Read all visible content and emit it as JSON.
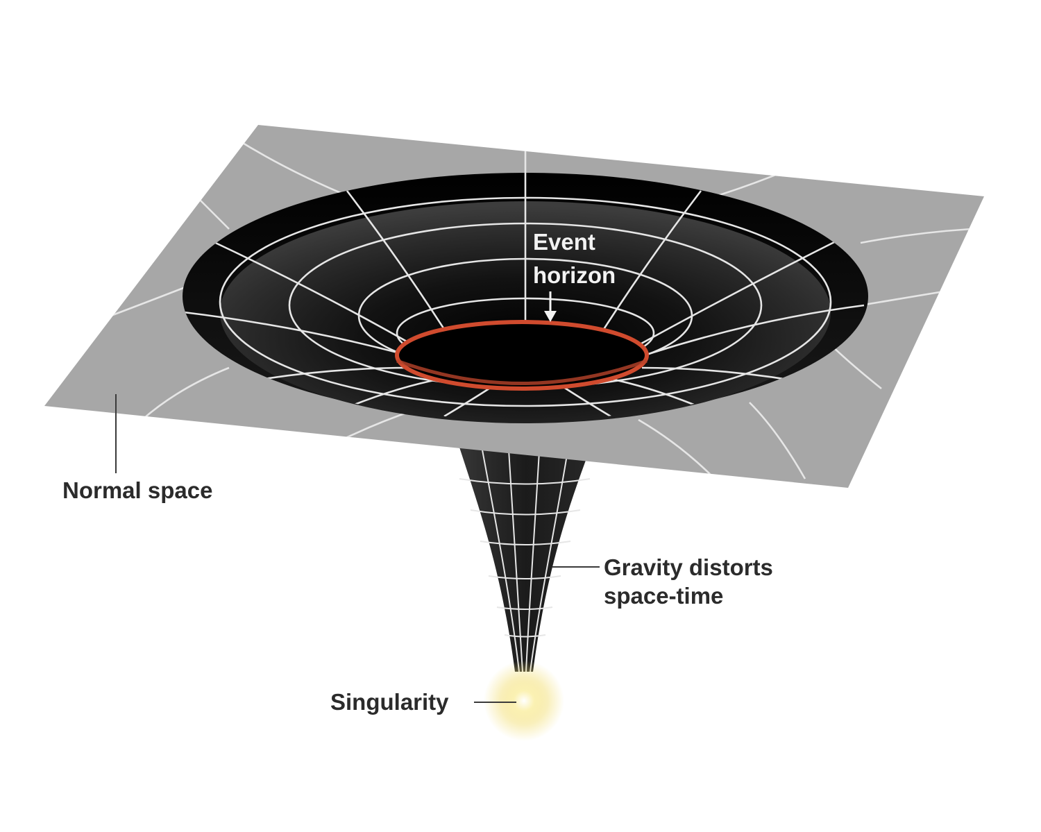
{
  "labels": {
    "event_horizon_line1": "Event",
    "event_horizon_line2": "horizon",
    "normal_space": "Normal space",
    "gravity_line1": "Gravity distorts",
    "gravity_line2": "space-time",
    "singularity": "Singularity"
  },
  "colors": {
    "plane": "#a7a7a7",
    "well": "#0c0c0c",
    "grid": "#e6e6e6",
    "event_horizon": "#d04b2e",
    "singularity_glow": "#f6e27a",
    "label_text": "#2b2b2b"
  },
  "icons": {
    "event_horizon_arrow": "arrow-down-icon"
  }
}
